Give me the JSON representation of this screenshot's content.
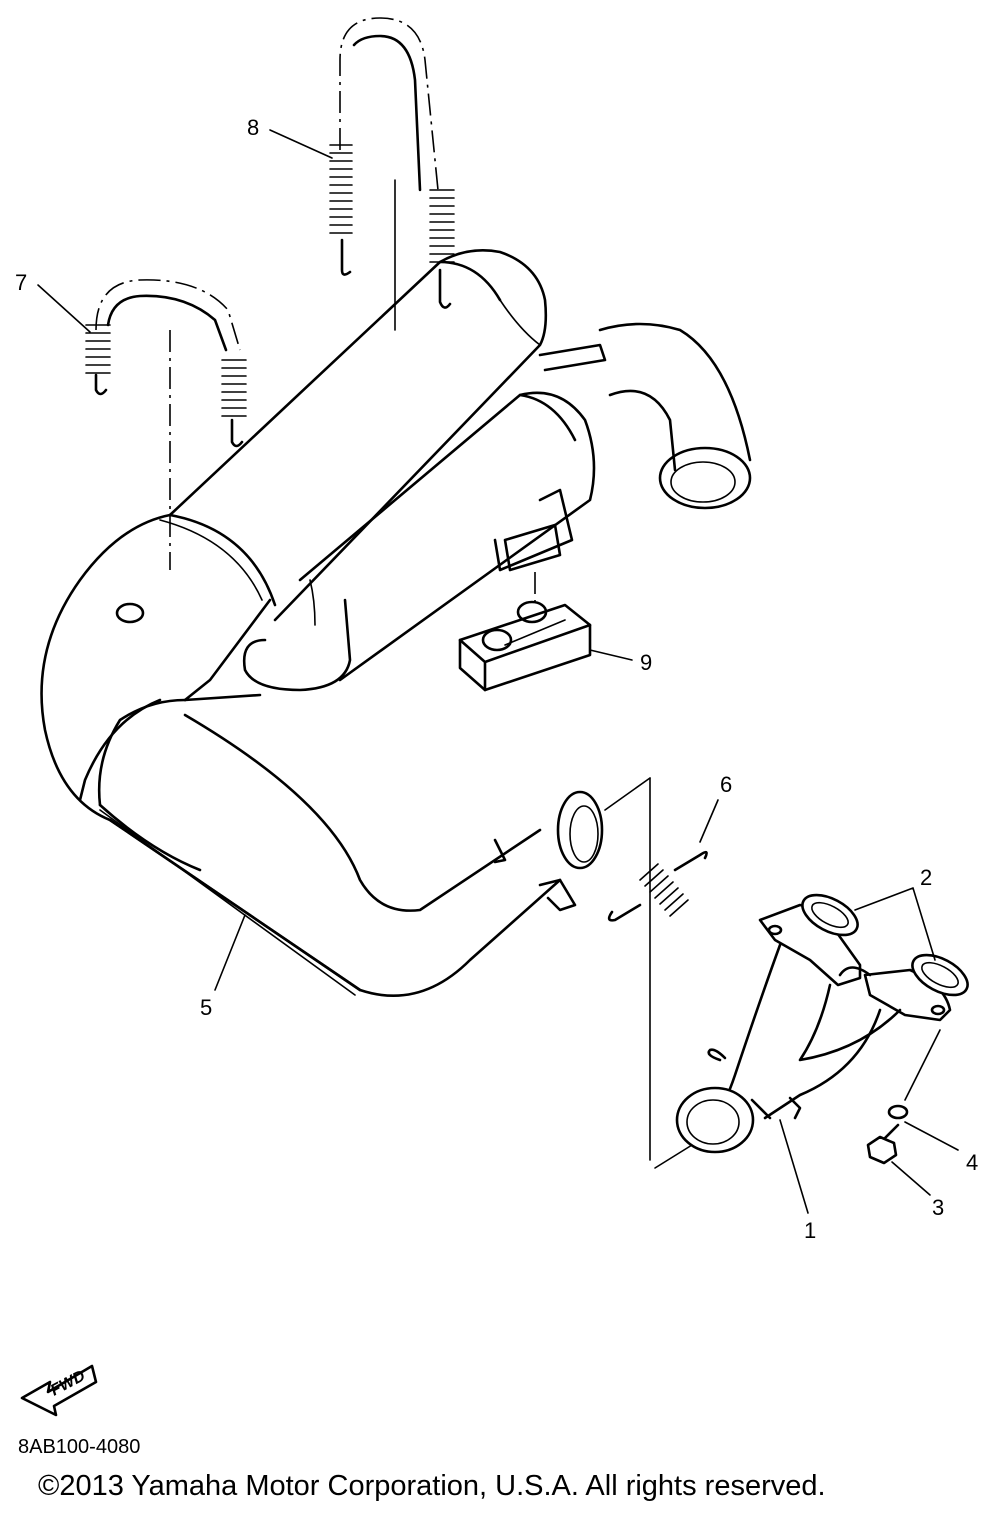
{
  "diagram": {
    "callouts": [
      {
        "id": "1",
        "label": "1"
      },
      {
        "id": "2",
        "label": "2"
      },
      {
        "id": "3",
        "label": "3"
      },
      {
        "id": "4",
        "label": "4"
      },
      {
        "id": "5",
        "label": "5"
      },
      {
        "id": "6",
        "label": "6"
      },
      {
        "id": "7",
        "label": "7"
      },
      {
        "id": "8",
        "label": "8"
      },
      {
        "id": "9",
        "label": "9"
      }
    ],
    "fwd_label": "FWD"
  },
  "footer": {
    "part_code": "8AB100-4080",
    "copyright": "©2013 Yamaha Motor Corporation, U.S.A. All rights reserved."
  }
}
